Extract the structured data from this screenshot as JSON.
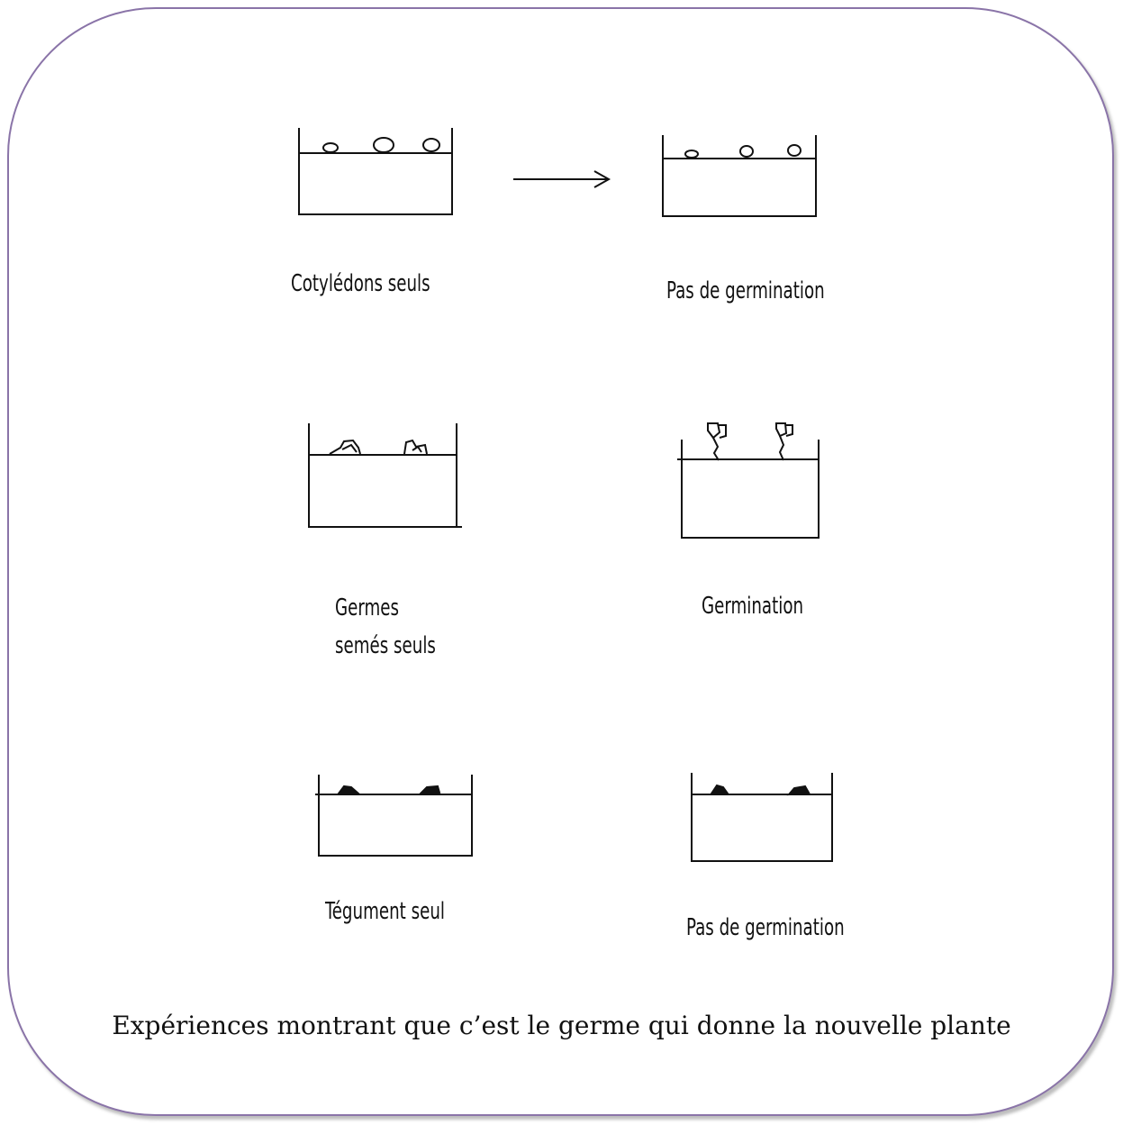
{
  "labels": {
    "cotyledons": "Cotylédons seuls",
    "no_germ_1": "Pas de germination",
    "germes_line1": "Germes",
    "germes_line2": "semés seuls",
    "germination": "Germination",
    "tegument": "Tégument seul",
    "no_germ_2": "Pas de germination"
  },
  "caption": "Expériences montrant que c’est le germe qui donne la nouvelle plante",
  "colors": {
    "frame": "#8a74a8",
    "ink": "#111111"
  }
}
